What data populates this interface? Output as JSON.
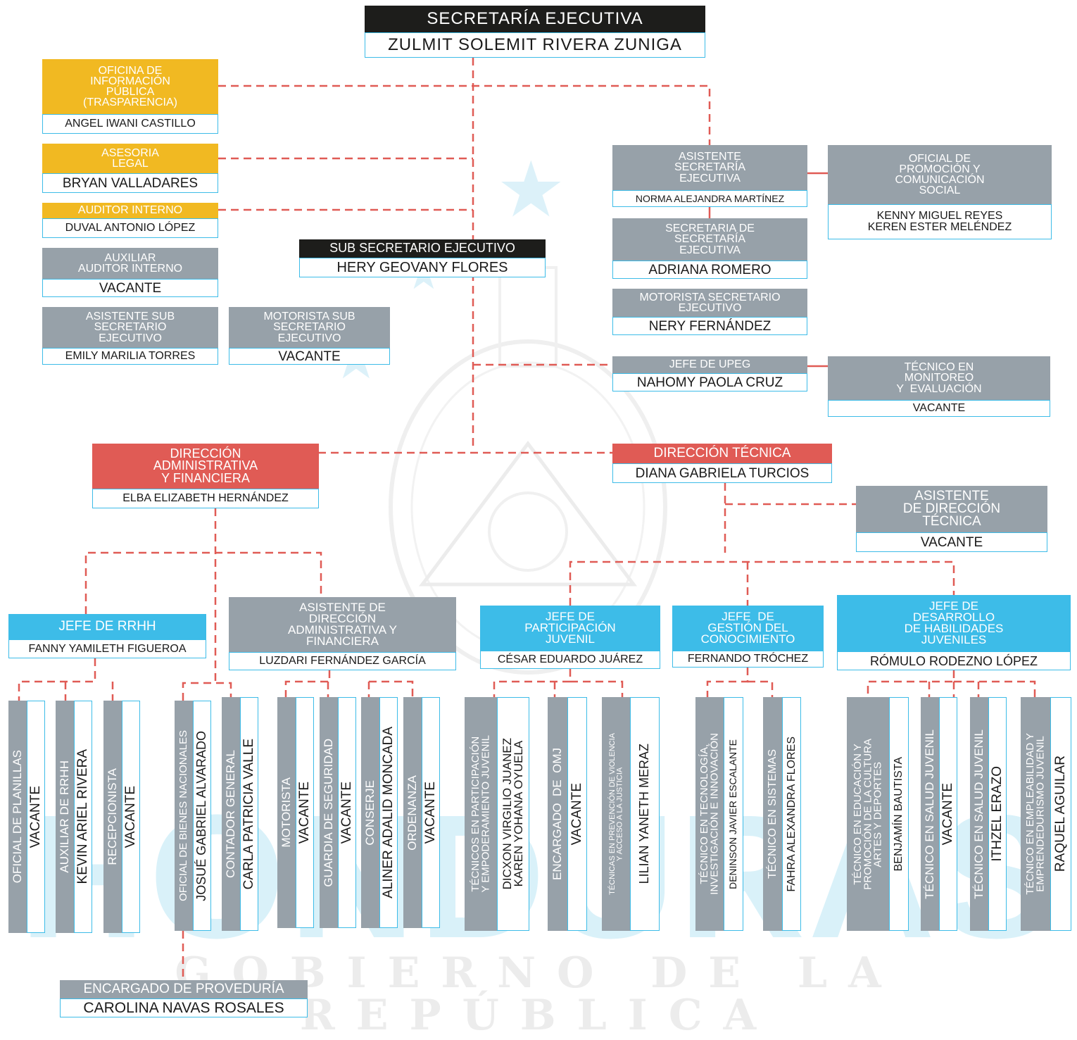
{
  "colors": {
    "gray": "#97a1a9",
    "gold": "#f1b922",
    "black": "#1d1d1b",
    "red": "#e05b55",
    "blue": "#3dbce8",
    "line": "#e05b55"
  },
  "background": {
    "watermark": "HONDURAS",
    "tagline": "GOBIERNO DE LA REPÚBLICA",
    "icons": [
      "star-icon",
      "national-seal-icon"
    ]
  },
  "secretaria": {
    "title": "SECRETARÍA EJECUTIVA",
    "name": "ZULMIT SOLEMIT RIVERA ZUNIGA"
  },
  "oip": {
    "title": "OFICINA DE\nINFORMACIÓN\nPÚBLICA\n(TRASPARENCIA)",
    "name": "ANGEL IWANI CASTILLO"
  },
  "asesoria": {
    "title": "ASESORIA\nLEGAL",
    "name": "BRYAN VALLADARES"
  },
  "auditor": {
    "title": "AUDITOR INTERNO",
    "name": "DUVAL ANTONIO LÓPEZ"
  },
  "aux_auditor": {
    "title": "AUXILIAR\nAUDITOR INTERNO",
    "name": "VACANTE"
  },
  "asist_sub": {
    "title": "ASISTENTE SUB\nSECRETARIO\nEJECUTIVO",
    "name": "EMILY MARILIA TORRES"
  },
  "motorista_sub": {
    "title": "MOTORISTA SUB\nSECRETARIO\nEJECUTIVO",
    "name": "VACANTE"
  },
  "sub_secretario": {
    "title": "SUB SECRETARIO EJECUTIVO",
    "name": "HERY GEOVANY FLORES"
  },
  "asist_secretaria": {
    "title": "ASISTENTE\nSECRETARÍA\nEJECUTIVA",
    "name": "NORMA ALEJANDRA MARTÍNEZ"
  },
  "oficial_promocion": {
    "title": "OFICIAL DE\nPROMOCIÓN Y\nCOMUNICACIÓN\nSOCIAL",
    "name": "KENNY MIGUEL REYES\nKEREN ESTER MELÉNDEZ"
  },
  "secretaria_se": {
    "title": "SECRETARIA DE\nSECRETARÍA\nEJECUTIVA",
    "name": "ADRIANA ROMERO"
  },
  "motorista_se": {
    "title": "MOTORISTA SECRETARIO\nEJECUTIVO",
    "name": "NERY FERNÁNDEZ"
  },
  "upeg": {
    "title": "JEFE DE UPEG",
    "name": "NAHOMY PAOLA CRUZ"
  },
  "tec_monitoreo": {
    "title": "TÉCNICO EN\nMONITOREO\nY  EVALUACIÓN",
    "name": "VACANTE"
  },
  "daf": {
    "title": "DIRECCIÓN\nADMINISTRATIVA\nY FINANCIERA",
    "name": "ELBA ELIZABETH HERNÁNDEZ"
  },
  "dt": {
    "title": "DIRECCIÓN TÉCNICA",
    "name": "DIANA GABRIELA TURCIOS"
  },
  "asist_dt": {
    "title": "ASISTENTE\nDE DIRECCIÓN\nTÉCNICA",
    "name": "VACANTE"
  },
  "rrhh": {
    "title": "JEFE DE RRHH",
    "name": "FANNY YAMILETH FIGUEROA"
  },
  "asist_daf": {
    "title": "ASISTENTE DE\nDIRECCIÓN\nADMINISTRATIVA Y\nFINANCIERA",
    "name": "LUZDARI FERNÁNDEZ GARCÍA"
  },
  "participacion": {
    "title": "JEFE DE\nPARTICIPACIÓN\nJUVENIL",
    "name": "CÉSAR EDUARDO JUÁREZ"
  },
  "gestion": {
    "title": "JEFE  DE\nGESTIÓN DEL\nCONOCIMIENTO",
    "name": "FERNANDO TRÓCHEZ"
  },
  "habilidades": {
    "title": "JEFE DE\nDESARROLLO\nDE HABILIDADES\nJUVENILES",
    "name": "RÓMULO RODEZNO LÓPEZ"
  },
  "proveduria": {
    "title": "ENCARGADO DE PROVEDURÍA",
    "name": "CAROLINA NAVAS ROSALES"
  },
  "staff": [
    {
      "title": "OFICIAL DE PLANILLAS",
      "name": "VACANTE"
    },
    {
      "title": "AUXILIAR DE RRHH",
      "name": "KEVIN ARIEL RIVERA"
    },
    {
      "title": "RECEPCIONISTA",
      "name": "VACANTE"
    },
    {
      "title": "OFICIAL DE BIENES NACIONALES",
      "name": "JOSUÉ GABRIEL ALVARADO"
    },
    {
      "title": "CONTADOR GENERAL",
      "name": "CARLA PATRICIA VALLE"
    },
    {
      "title": "MOTORISTA",
      "name": "VACANTE"
    },
    {
      "title": "GUARDIA DE SEGURIDAD",
      "name": "VACANTE"
    },
    {
      "title": "CONSERJE",
      "name": "ALINER ADALID MONCADA"
    },
    {
      "title": "ORDENANZA",
      "name": "VACANTE"
    },
    {
      "title": "TÉCNICOS EN PARTICIPACIÓN\nY EMPODERAMIENTO JUVENIL",
      "name": "DICXON VIRGILIO JUANEZ\nKAREN YOHANA OYUELA"
    },
    {
      "title": "ENCARGADO  DE  OMJ",
      "name": "VACANTE"
    },
    {
      "title": "TÉCNICAS EN PREVENCIÓN DE VIOLENCIA\nY ACCESO A LA JUSTICIA",
      "name": "LILIAN YANETH MERAZ"
    },
    {
      "title": "TÉCNICO EN TECNOLOGÍA,\nINVESTIGACIÓN E INNOVACIÓN",
      "name": "DENINSON JAVIER ESCALANTE"
    },
    {
      "title": "TÉCNICO EN SISTEMAS",
      "name": "FAHRA ALEXANDRA FLORES"
    },
    {
      "title": "TÉCNICO EN EDUCACIÓN Y\nPROMOCIÓN DE LA CULTURA\nARTES Y DEPORTES",
      "name": "BENJAMÍN BAUTISTA"
    },
    {
      "title": "TÉCNICO EN SALUD JUVENIL",
      "name": "VACANTE"
    },
    {
      "title": "TÉCNICO EN SALUD JUVENIL",
      "name": "ITHZEL ERAZO"
    },
    {
      "title": "TÉCNICO EN EMPLEABILIDAD Y\nEMPRENDEDURISMO JUVENIL",
      "name": "RAQUEL AGUILAR"
    }
  ]
}
